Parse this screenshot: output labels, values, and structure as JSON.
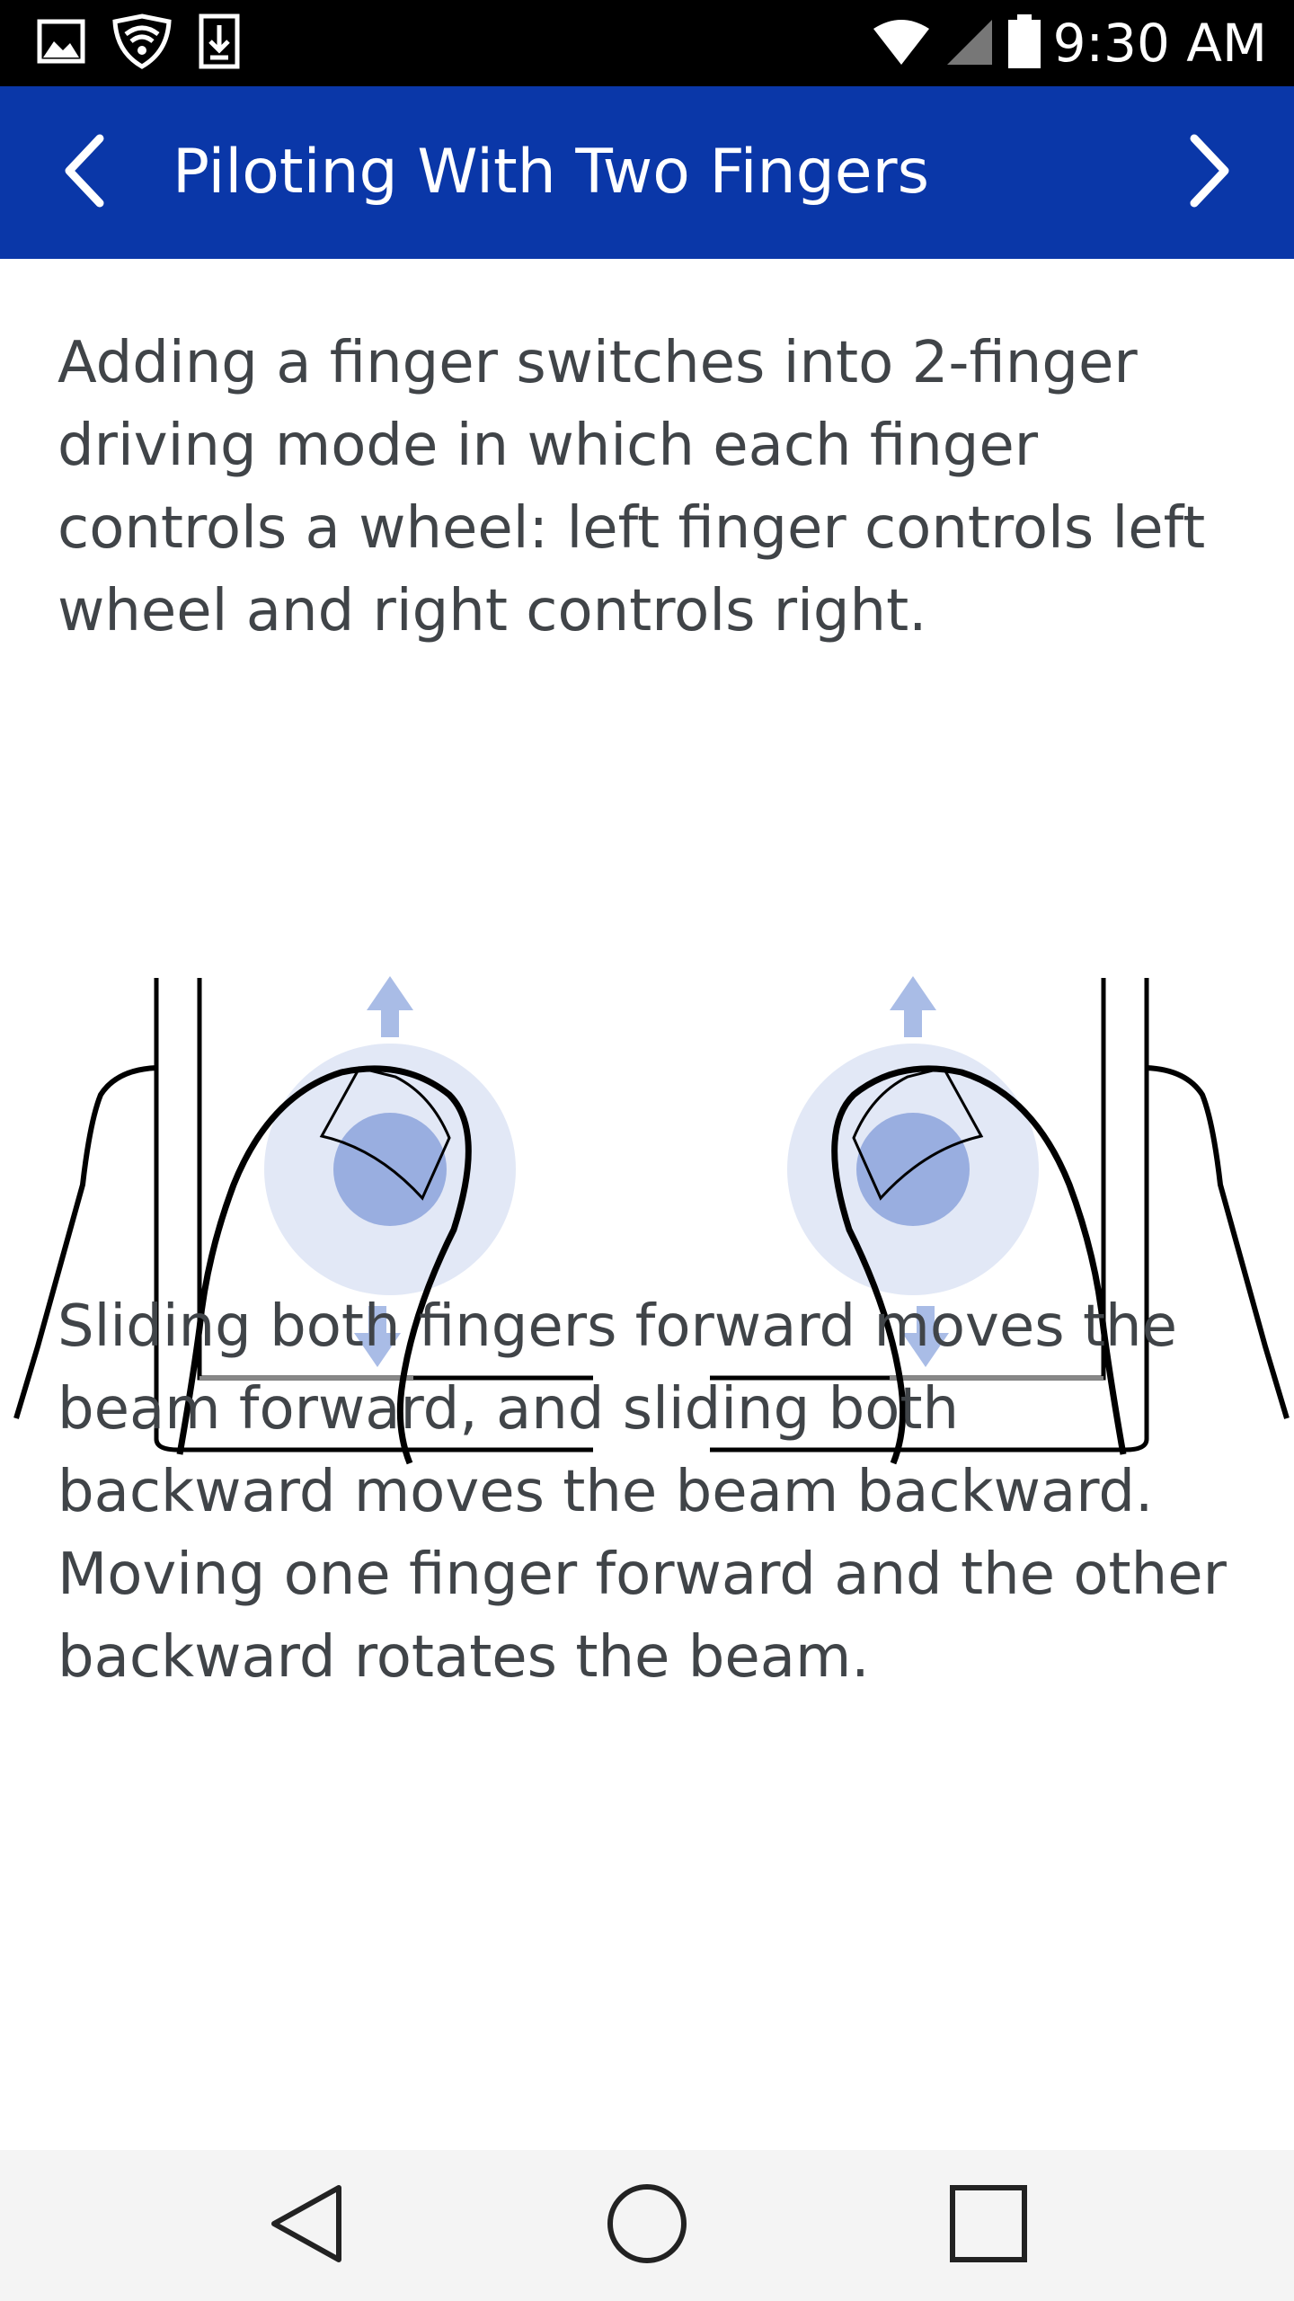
{
  "status_bar": {
    "time": "9:30 AM",
    "icons": [
      "image-icon",
      "shield-wifi-icon",
      "download-icon",
      "wifi-icon",
      "signal-icon",
      "battery-icon"
    ]
  },
  "app_bar": {
    "title": "Piloting With Two Fingers",
    "back_icon": "chevron-left-icon",
    "forward_icon": "chevron-right-icon",
    "background": "#0a37a8"
  },
  "content": {
    "paragraph_1": "Adding a finger switches into 2-finger driving mode in which each finger controls a wheel: left finger controls left wheel and right controls right.",
    "paragraph_2": "Sliding both fingers forward moves the beam forward, and sliding both backward moves the beam backward. Moving one finger forward and the other backward rotates the beam.",
    "illustration_icon": "two-finger-drive-illustration"
  },
  "nav_bar": {
    "icons": [
      "back-triangle-icon",
      "home-circle-icon",
      "recents-square-icon"
    ]
  },
  "colors": {
    "text": "#404448",
    "accent": "#0a37a8",
    "touch_light": "#e2e8f6",
    "touch_mid": "#c9d3ee",
    "touch_dark": "#99aee0",
    "arrow": "#a9bce6"
  }
}
